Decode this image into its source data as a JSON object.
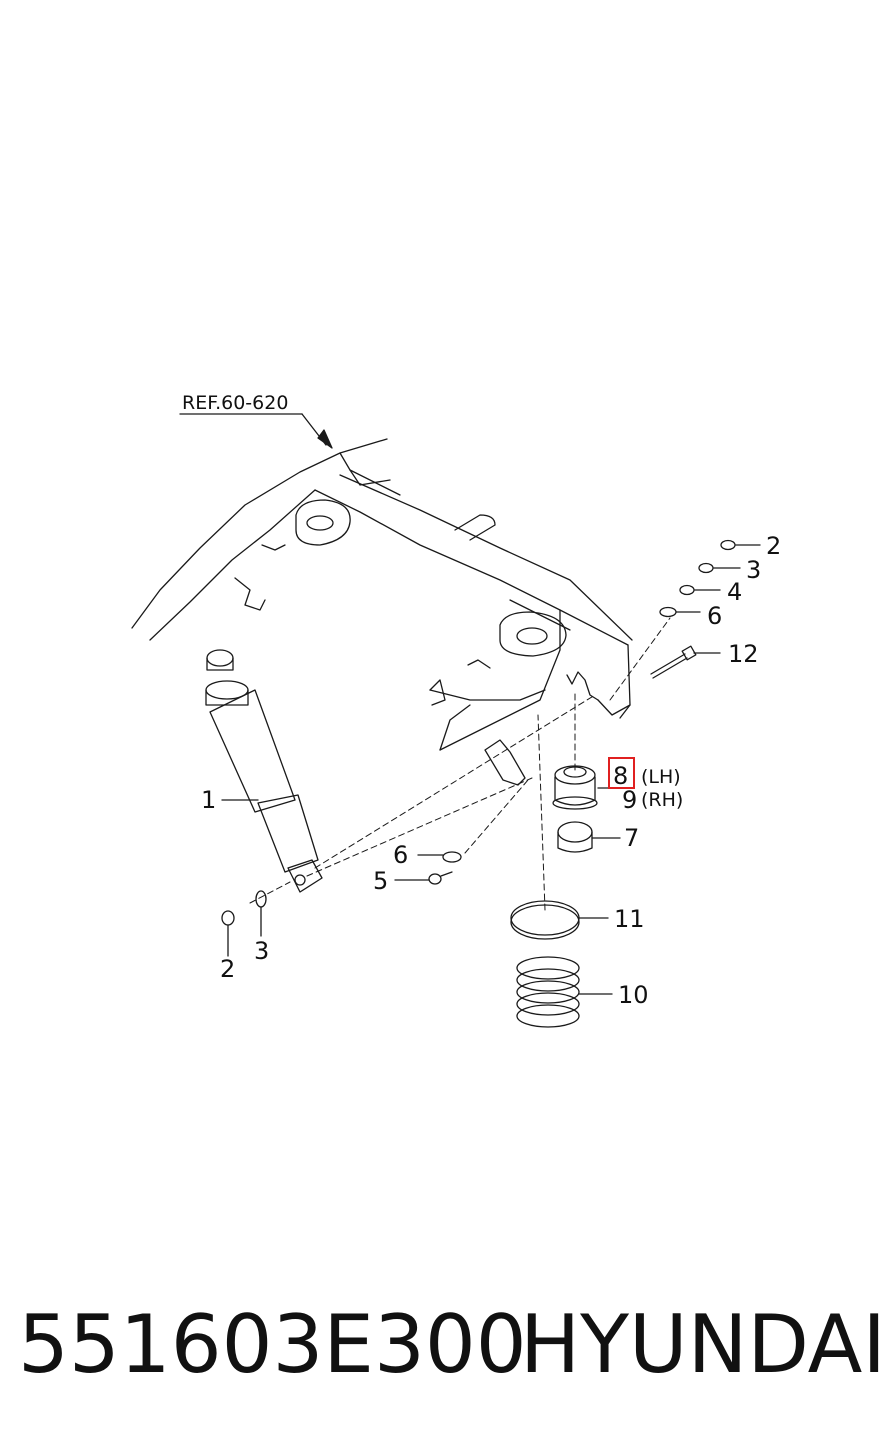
{
  "reference": "REF.60-620",
  "callouts": [
    {
      "id": "c2a",
      "number": "2"
    },
    {
      "id": "c3a",
      "number": "3"
    },
    {
      "id": "c4",
      "number": "4"
    },
    {
      "id": "c6a",
      "number": "6"
    },
    {
      "id": "c12",
      "number": "12"
    },
    {
      "id": "c8",
      "number": "8"
    },
    {
      "id": "c8s",
      "number": "(LH)"
    },
    {
      "id": "c9",
      "number": "9"
    },
    {
      "id": "c9s",
      "number": "(RH)"
    },
    {
      "id": "c7",
      "number": "7"
    },
    {
      "id": "c1",
      "number": "1"
    },
    {
      "id": "c6b",
      "number": "6"
    },
    {
      "id": "c5",
      "number": "5"
    },
    {
      "id": "c11",
      "number": "11"
    },
    {
      "id": "c10",
      "number": "10"
    },
    {
      "id": "c2b",
      "number": "2"
    },
    {
      "id": "c3b",
      "number": "3"
    }
  ],
  "highlight_color": "#e02020",
  "footer": {
    "part_number": "551603E300",
    "brand": "HYUNDAI"
  }
}
